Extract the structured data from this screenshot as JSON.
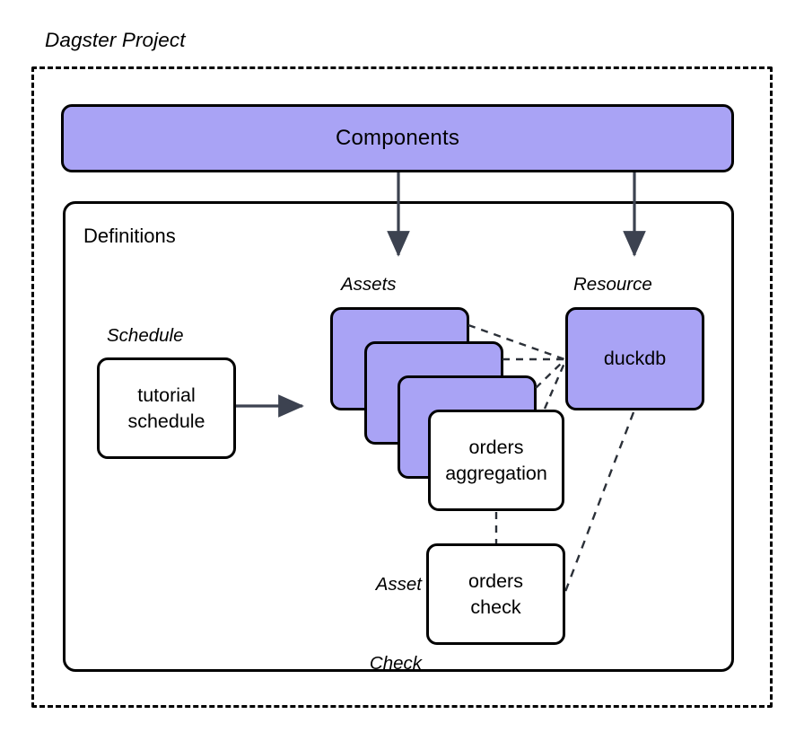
{
  "diagram": {
    "type": "architecture-diagram",
    "title": "Dagster Project",
    "colors": {
      "accent_purple": "#A9A3F5",
      "stroke_black": "#000000",
      "arrow_slate": "#3C4250",
      "background": "#FFFFFF"
    },
    "containers": [
      {
        "id": "project",
        "label": "Dagster Project",
        "style": "dashed"
      },
      {
        "id": "definitions",
        "label": "Definitions",
        "style": "solid"
      }
    ],
    "nodes": [
      {
        "id": "components",
        "label": "Components",
        "fill": "purple"
      },
      {
        "id": "schedule",
        "label": "tutorial\nschedule",
        "line1": "tutorial",
        "line2": "schedule",
        "fill": "white",
        "group": "Schedule"
      },
      {
        "id": "asset-1",
        "label": "",
        "fill": "purple",
        "group": "Assets"
      },
      {
        "id": "asset-2",
        "label": "",
        "fill": "purple",
        "group": "Assets"
      },
      {
        "id": "asset-3",
        "label": "",
        "fill": "purple",
        "group": "Assets"
      },
      {
        "id": "orders-aggregation",
        "line1": "orders",
        "line2": "aggregation",
        "fill": "white",
        "group": "Assets"
      },
      {
        "id": "duckdb",
        "label": "duckdb",
        "fill": "purple",
        "group": "Resource"
      },
      {
        "id": "orders-check",
        "line1": "orders",
        "line2": "check",
        "fill": "white",
        "group": "Asset Check"
      }
    ],
    "group_labels": {
      "schedule": "Schedule",
      "assets": "Assets",
      "resource": "Resource",
      "asset_check_line1": "Asset",
      "asset_check_line2": "Check"
    },
    "node_labels": {
      "components": "Components",
      "schedule_line1": "tutorial",
      "schedule_line2": "schedule",
      "orders_aggregation_line1": "orders",
      "orders_aggregation_line2": "aggregation",
      "duckdb": "duckdb",
      "orders_check_line1": "orders",
      "orders_check_line2": "check"
    },
    "edges": [
      {
        "from": "components",
        "to": "assets",
        "style": "solid-arrow"
      },
      {
        "from": "components",
        "to": "duckdb",
        "style": "solid-arrow"
      },
      {
        "from": "schedule",
        "to": "assets",
        "style": "solid-arrow"
      },
      {
        "from": "asset-1",
        "to": "duckdb",
        "style": "dashed"
      },
      {
        "from": "asset-2",
        "to": "duckdb",
        "style": "dashed"
      },
      {
        "from": "asset-3",
        "to": "duckdb",
        "style": "dashed"
      },
      {
        "from": "orders-aggregation",
        "to": "duckdb",
        "style": "dashed"
      },
      {
        "from": "orders-aggregation",
        "to": "orders-check",
        "style": "dashed"
      },
      {
        "from": "duckdb",
        "to": "orders-check",
        "style": "dashed"
      }
    ]
  }
}
